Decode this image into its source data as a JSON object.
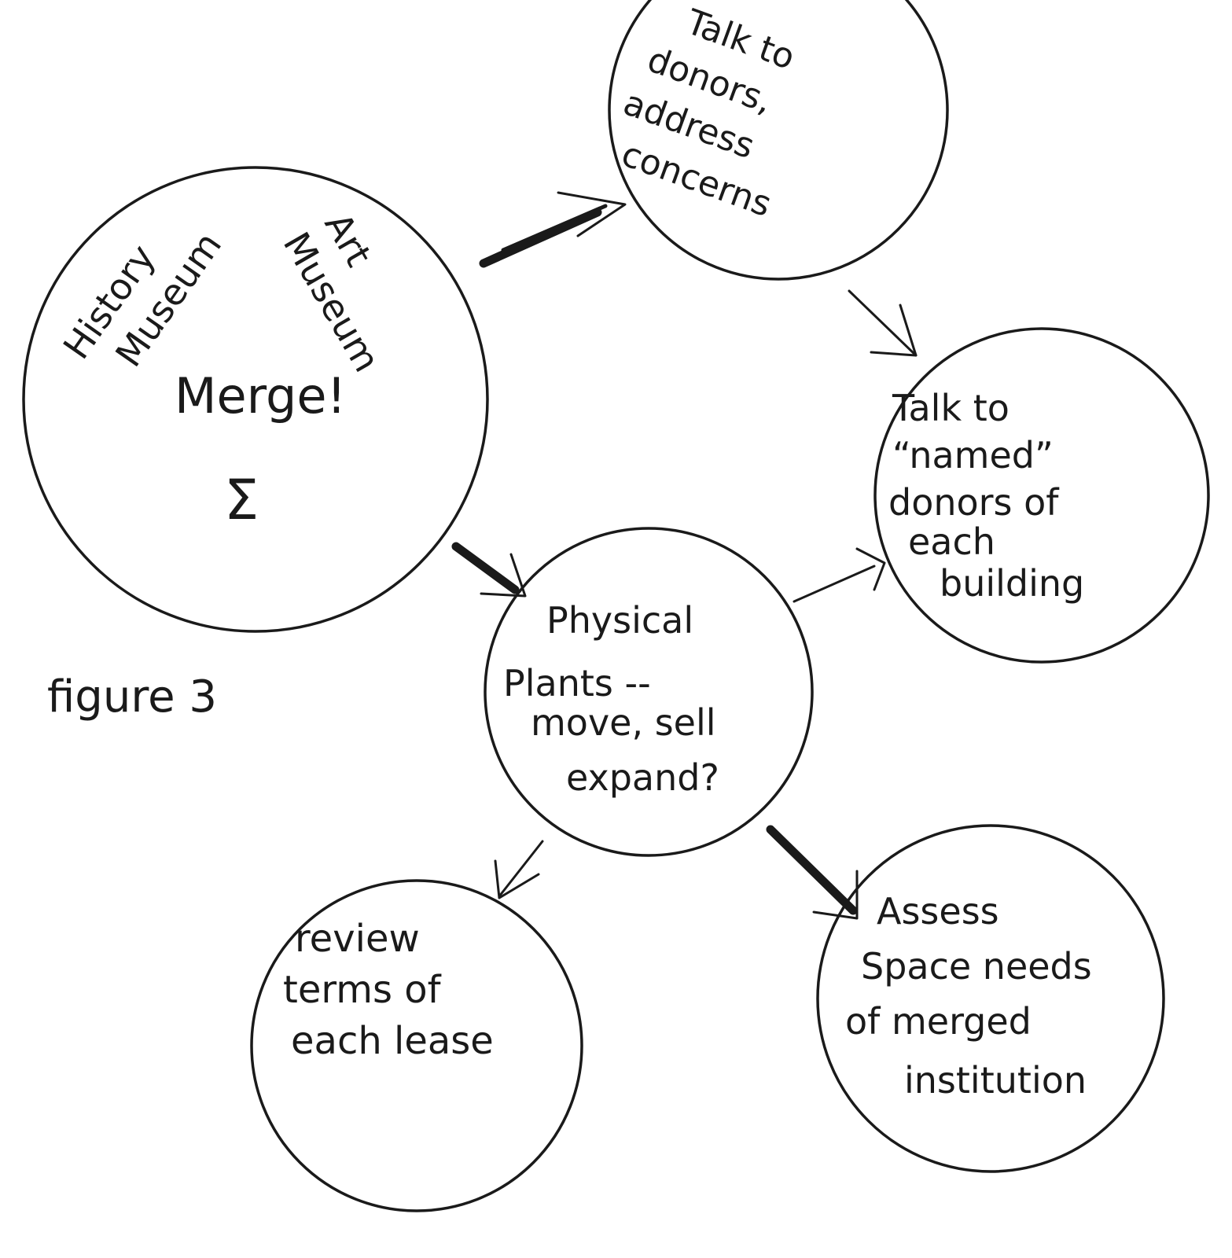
{
  "nodes": {
    "merge": {
      "history": [
        "History",
        "Museum"
      ],
      "art": [
        "Art",
        "Museum"
      ],
      "label": "Merge!",
      "sigma": "Σ"
    },
    "talk_donors": {
      "lines": [
        "Talk to",
        "donors,",
        "address",
        "concerns"
      ]
    },
    "named_donors": {
      "lines": [
        "Talk to",
        "“named”",
        "donors of",
        "each",
        "building"
      ]
    },
    "physical_plants": {
      "lines": [
        "Physical",
        "Plants --",
        "move, sell",
        "expand?"
      ]
    },
    "review_lease": {
      "lines": [
        "review",
        "terms of",
        "each lease"
      ]
    },
    "assess_space": {
      "lines": [
        "Assess",
        "Space needs",
        "of merged",
        "institution"
      ]
    }
  },
  "caption": "figure 3",
  "edges": [
    {
      "from": "merge",
      "to": "talk_donors",
      "style": "bold"
    },
    {
      "from": "talk_donors",
      "to": "named_donors",
      "style": "thin"
    },
    {
      "from": "merge",
      "to": "physical_plants",
      "style": "bold"
    },
    {
      "from": "physical_plants",
      "to": "named_donors",
      "style": "thin"
    },
    {
      "from": "physical_plants",
      "to": "review_lease",
      "style": "thin"
    },
    {
      "from": "physical_plants",
      "to": "assess_space",
      "style": "bold"
    }
  ]
}
